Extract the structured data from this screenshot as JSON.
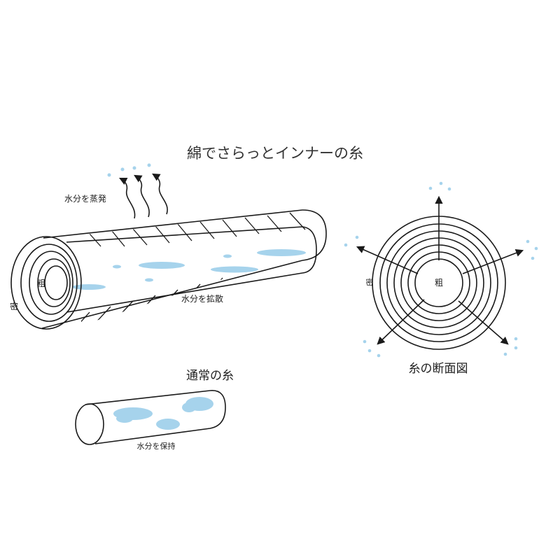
{
  "title": "綿でさらっとインナーの糸",
  "labels": {
    "evaporate": "水分を蒸発",
    "diffuse": "水分を拡散",
    "coarse_long": "粗",
    "dense_long": "密",
    "normal_yarn": "通常の糸",
    "retain": "水分を保持",
    "cross_section": "糸の断面図",
    "coarse_section": "粗",
    "dense_section": "密"
  },
  "colors": {
    "water": "#a6d3ec",
    "line": "#1a1a1a",
    "text": "#222222"
  },
  "icons": [
    "evaporation-arrow-icon",
    "diffusion-arrow-icon"
  ]
}
